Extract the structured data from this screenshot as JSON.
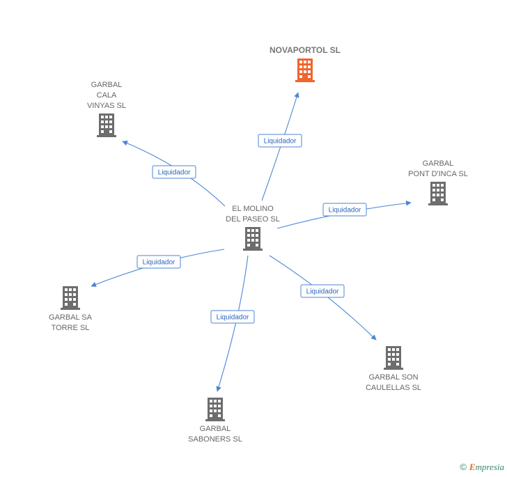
{
  "colors": {
    "edge": "#4a86d6",
    "building": "#6d6d6d",
    "building_highlight": "#f0642d",
    "label_text": "#2e64b8"
  },
  "center": {
    "id": "center",
    "label_lines": [
      "EL MOLINO",
      "DEL PASEO  SL"
    ],
    "icon": "building-icon"
  },
  "nodes": [
    {
      "id": "novaportol",
      "label_lines": [
        "NOVAPORTOL SL"
      ],
      "highlight": true,
      "label_position": "above",
      "icon": "building-icon"
    },
    {
      "id": "garbal-cala",
      "label_lines": [
        "GARBAL",
        "CALA",
        "VINYAS SL"
      ],
      "highlight": false,
      "label_position": "above",
      "icon": "building-icon"
    },
    {
      "id": "garbal-pont",
      "label_lines": [
        "GARBAL",
        "PONT D'INCA SL"
      ],
      "highlight": false,
      "label_position": "above",
      "icon": "building-icon"
    },
    {
      "id": "garbal-sa-torre",
      "label_lines": [
        "GARBAL SA",
        "TORRE SL"
      ],
      "highlight": false,
      "label_position": "below",
      "icon": "building-icon"
    },
    {
      "id": "garbal-son",
      "label_lines": [
        "GARBAL SON",
        "CAULELLAS SL"
      ],
      "highlight": false,
      "label_position": "below",
      "icon": "building-icon"
    },
    {
      "id": "garbal-saboners",
      "label_lines": [
        "GARBAL",
        "SABONERS SL"
      ],
      "highlight": false,
      "label_position": "below",
      "icon": "building-icon"
    }
  ],
  "edges": [
    {
      "from": "center",
      "to": "novaportol",
      "label": "Liquidador"
    },
    {
      "from": "center",
      "to": "garbal-cala",
      "label": "Liquidador"
    },
    {
      "from": "center",
      "to": "garbal-pont",
      "label": "Liquidador"
    },
    {
      "from": "center",
      "to": "garbal-sa-torre",
      "label": "Liquidador"
    },
    {
      "from": "center",
      "to": "garbal-son",
      "label": "Liquidador"
    },
    {
      "from": "center",
      "to": "garbal-saboners",
      "label": "Liquidador"
    }
  ],
  "watermark": {
    "copyright": "©",
    "brand_initial": "E",
    "brand_rest": "mpresia"
  }
}
